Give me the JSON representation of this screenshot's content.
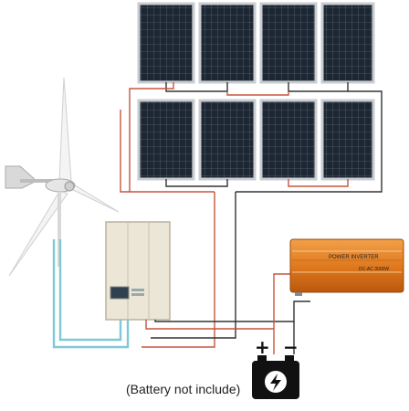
{
  "caption": "(Battery not include)",
  "inverter": {
    "title": "POWER INVERTER",
    "rating": "DC-AC 3000W"
  },
  "battery": {
    "positive": "+",
    "negative": "−"
  },
  "colors": {
    "panel_frame": "#c9ccd0",
    "panel_cell": "#1d2733",
    "inverter_body": "#e07a1f",
    "controller_body": "#ebe6d6",
    "wire_red": "#c8553e",
    "wire_black": "#333333",
    "wire_blue": "#7ec8d8"
  },
  "icons": {
    "battery": "lightning-bolt-icon"
  }
}
